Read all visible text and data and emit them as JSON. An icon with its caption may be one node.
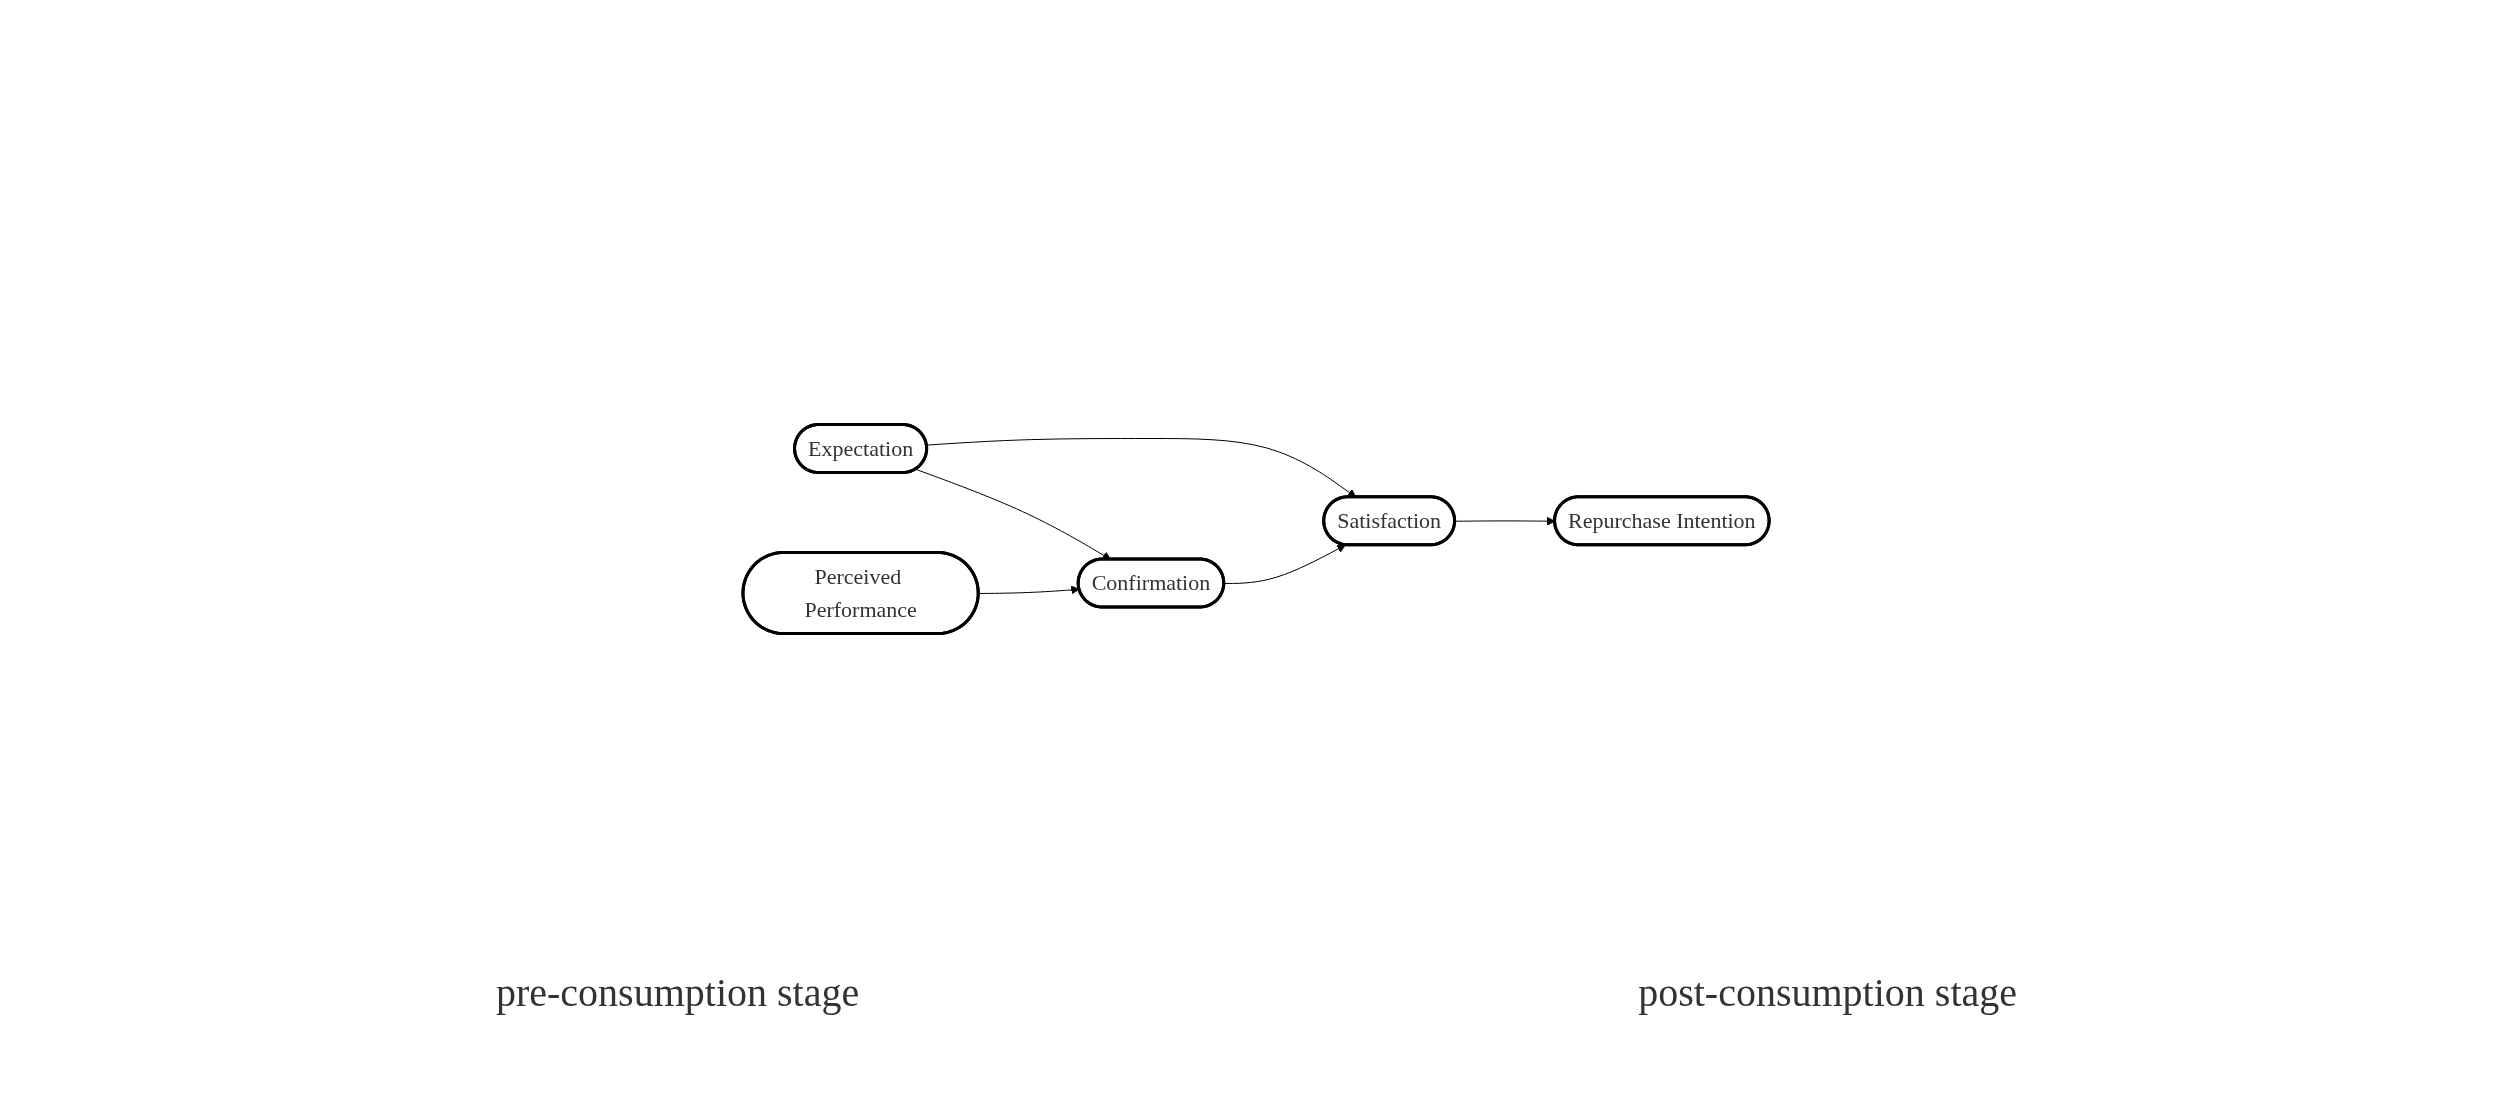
{
  "diagram": {
    "nodes": [
      {
        "text": [
          "Expectation"
        ]
      },
      {
        "text": [
          "Confirmation"
        ]
      },
      {
        "text": [
          "Satisfaction"
        ]
      },
      {
        "text": [
          "Repurchase Intention"
        ]
      },
      {
        "text": [
          "Perceived Performance"
        ]
      }
    ],
    "edges": [
      {
        "from": 0,
        "to": 1,
        "arrow": "to"
      },
      {
        "from": 0,
        "to": 2,
        "arrow": "to"
      },
      {
        "from": 1,
        "to": 2,
        "arrow": "to"
      },
      {
        "from": 2,
        "to": 3,
        "arrow": "to"
      },
      {
        "from": 4,
        "to": 1,
        "arrow": "to"
      }
    ],
    "labels": [
      "pre-consumption stage",
      "post-consumption stage"
    ]
  }
}
